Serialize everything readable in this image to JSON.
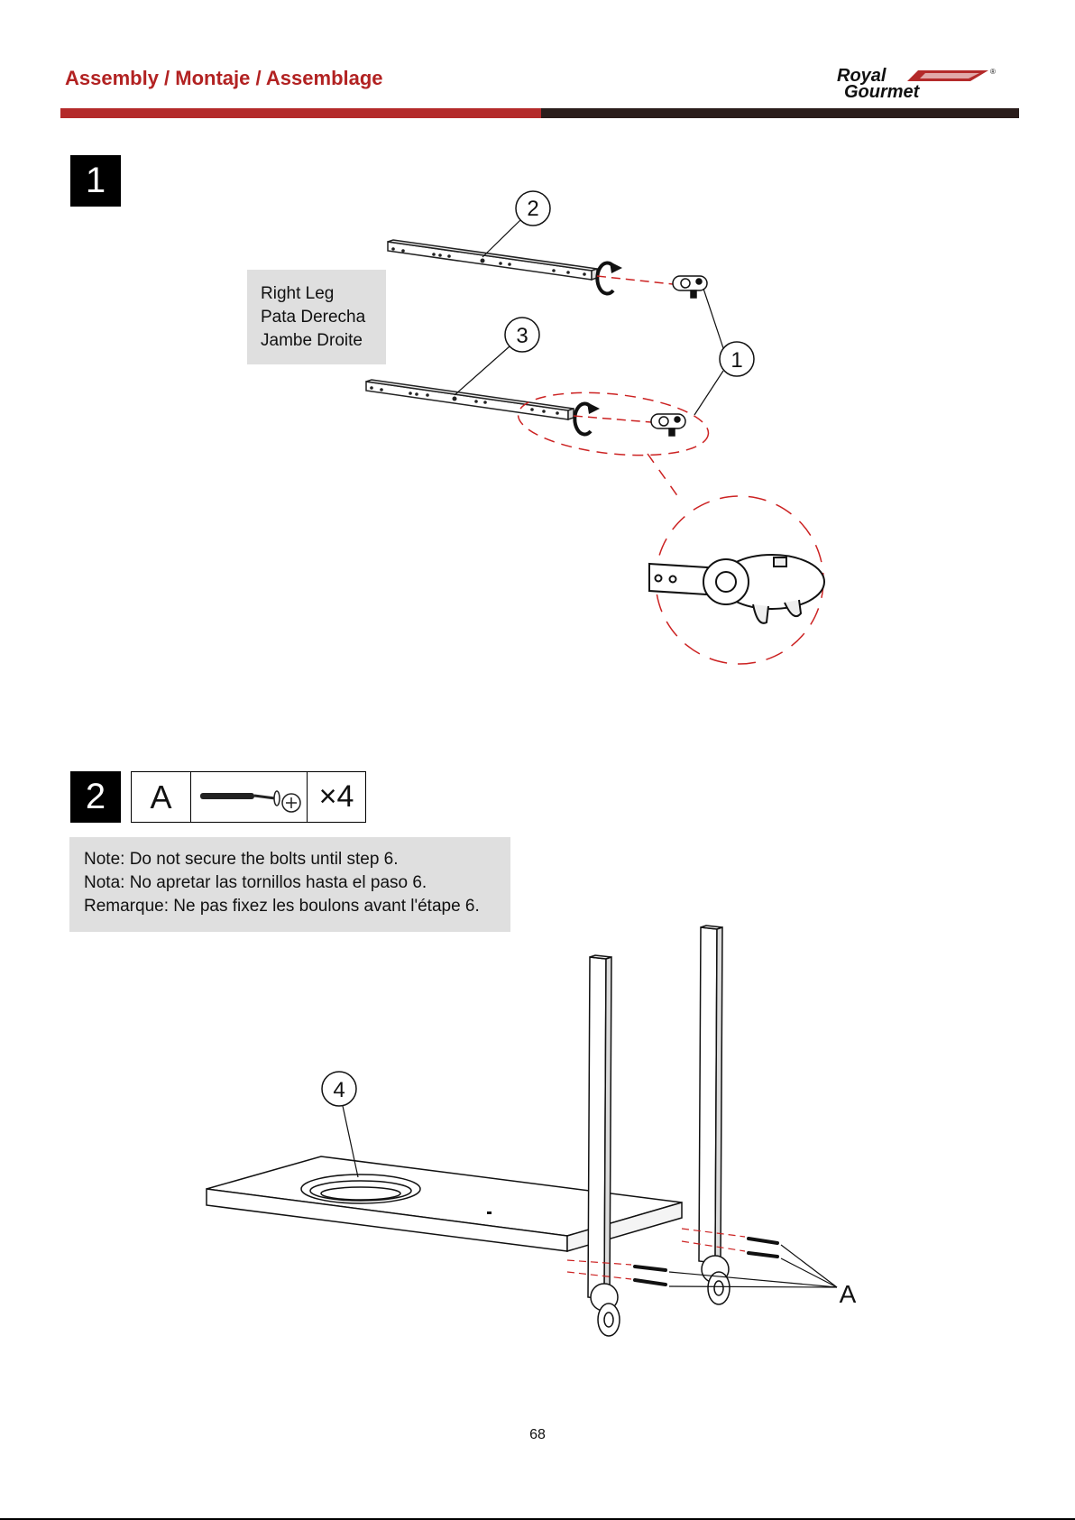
{
  "header": {
    "title": "Assembly / Montaje / Assemblage",
    "brand_line1": "Royal",
    "brand_line2": "Gourmet",
    "brand_mark": "®",
    "accent_color": "#b42a2a",
    "dark_color": "#2a1d1b"
  },
  "step1": {
    "number": "1",
    "label_lines": [
      "Right Leg",
      "Pata Derecha",
      "Jambe Droite"
    ],
    "callouts": [
      "2",
      "3",
      "1"
    ]
  },
  "step2": {
    "number": "2",
    "part_letter": "A",
    "part_icon": "bolt-washer-icon",
    "quantity": "×4",
    "note_lines": [
      "Note: Do not secure the bolts until step 6.",
      "Nota: No apretar las tornillos hasta el paso 6.",
      "Remarque: Ne pas fixez les boulons avant l'étape 6."
    ],
    "callout_part": "4",
    "callout_bolt": "A"
  },
  "footer": {
    "page_number": "68"
  }
}
